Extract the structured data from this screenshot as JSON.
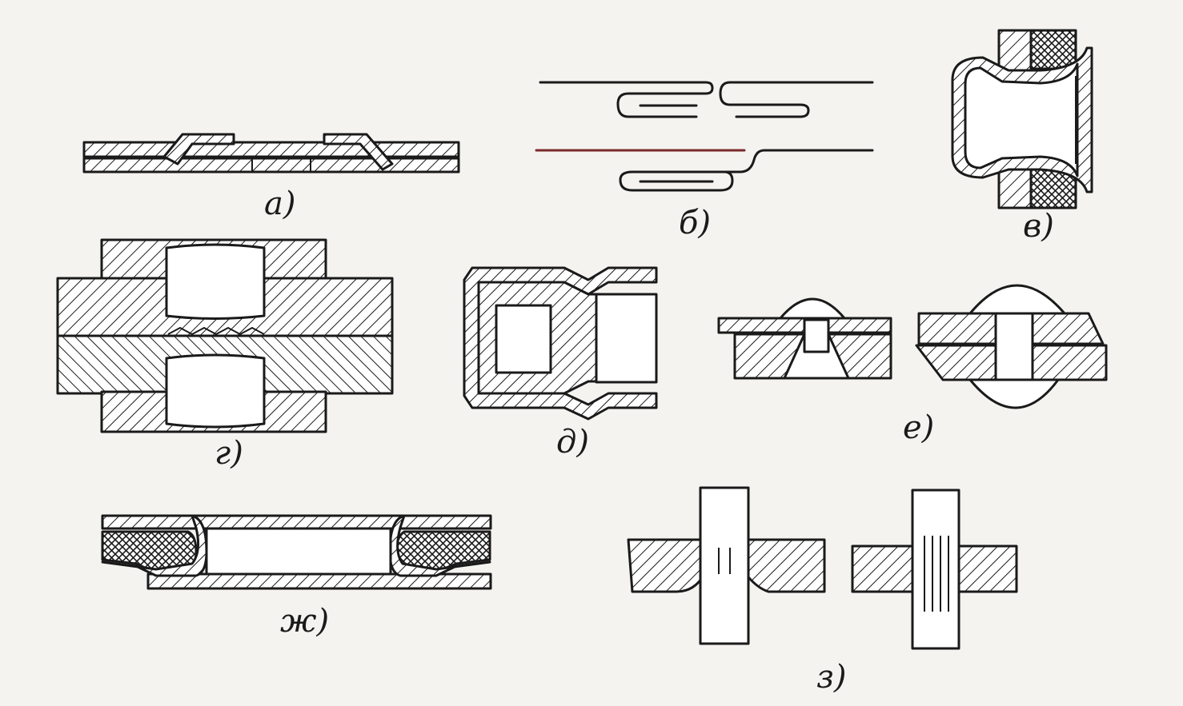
{
  "diagram": {
    "labels": {
      "a": "а)",
      "b": "б)",
      "v": "в)",
      "g": "г)",
      "d": "д)",
      "e": "е)",
      "zh": "ж)",
      "z": "з)"
    }
  },
  "colors": {
    "background": "#f4f3f0",
    "ink": "#1a1a1a"
  }
}
